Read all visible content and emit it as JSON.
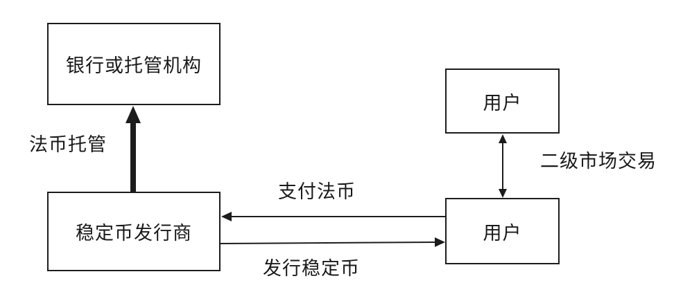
{
  "diagram": {
    "title": "stablecoin-issuance-flow",
    "colors": {
      "line": "#1c1c1c",
      "text": "#1a1a1a",
      "background": "#ffffff"
    },
    "nodes": {
      "bank": {
        "label": "银行或托管机构"
      },
      "issuer": {
        "label": "稳定币发行商"
      },
      "user_top": {
        "label": "用户"
      },
      "user_bottom": {
        "label": "用户"
      }
    },
    "edges": {
      "fiat_custody": {
        "label": "法币托管",
        "from": "issuer",
        "to": "bank",
        "style": "thick-single-arrow-up"
      },
      "pay_fiat": {
        "label": "支付法币",
        "from": "user_bottom",
        "to": "issuer",
        "style": "thin-single-arrow-left"
      },
      "issue_stablecoin": {
        "label": "发行稳定币",
        "from": "issuer",
        "to": "user_bottom",
        "style": "thin-single-arrow-right"
      },
      "secondary_market": {
        "label": "二级市场交易",
        "from": "user_top",
        "to": "user_bottom",
        "style": "thin-double-arrow-vertical"
      }
    }
  }
}
